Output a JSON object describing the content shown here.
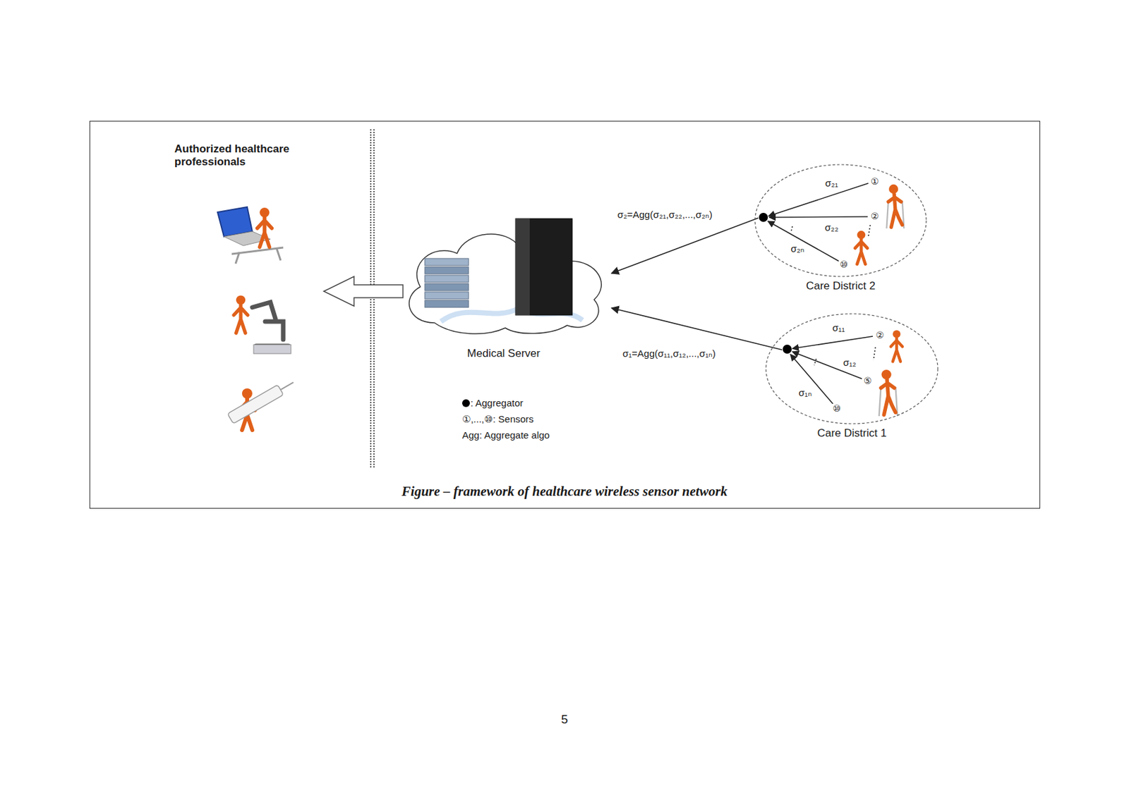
{
  "diagram": {
    "caption": "Figure – framework of healthcare wireless sensor network",
    "nodes": [
      {
        "text": [
          "Medical Server"
        ]
      },
      {
        "text": [
          "Care District 2"
        ]
      },
      {
        "text": [
          "Care District 1"
        ]
      }
    ],
    "edges": [
      {
        "from": 1,
        "to": 0,
        "arrow": "to",
        "label": "σ₂=Agg(σ₂₁,σ₂₂,...,σ₂ₙ)"
      },
      {
        "from": 2,
        "to": 0,
        "arrow": "to",
        "label": "σ₁=Agg(σ₁₁,σ₁₂,...,σ₁ₙ)"
      }
    ],
    "labels": [
      "Authorized healthcare professionals",
      "σ₂₁",
      "①",
      "②",
      "σ₂₂",
      "σ₂ₙ",
      "⑩",
      "σ₁₁",
      "②",
      "σ₁₂",
      "⑤",
      "σ₁ₙ",
      "⑩",
      "5"
    ],
    "legend": [
      {
        "text": ": Aggregator"
      },
      {
        "text": "①,...,⑩: Sensors"
      },
      {
        "text": "Agg: Aggregate algo"
      }
    ]
  }
}
